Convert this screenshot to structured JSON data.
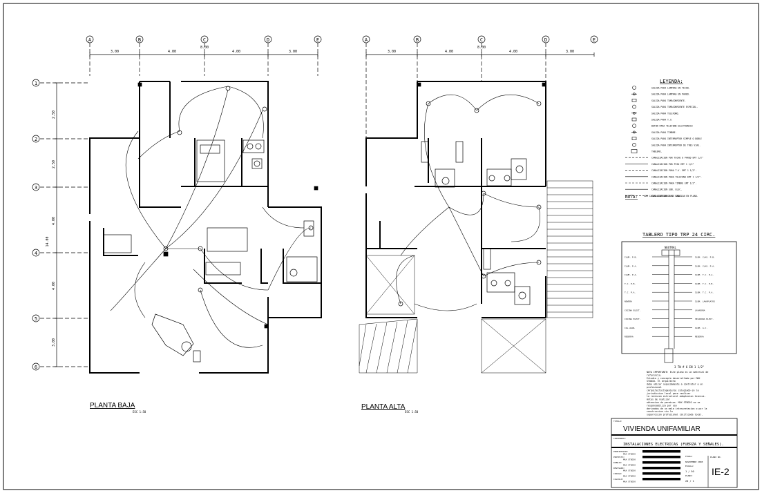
{
  "axes_top": [
    "A",
    "B",
    "C",
    "D",
    "E"
  ],
  "axes_left": [
    "1",
    "2",
    "3",
    "4",
    "5",
    "6"
  ],
  "dims_top": [
    "3.00",
    "4.00",
    "4.00",
    "3.00"
  ],
  "dims_total": "8.00",
  "dims_left": [
    "2.50",
    "2.50",
    "4.00",
    "4.00",
    "3.00"
  ],
  "dims_left_total": "14.00",
  "plan_low": {
    "title": "PLANTA BAJA",
    "scale": "ESC 1:50"
  },
  "plan_high": {
    "title": "PLANTA ALTA",
    "scale": "ESC 1:50"
  },
  "legend": {
    "title": "LEYENDA:",
    "items": [
      "SALIDA PARA LAMPARA EN TECHO.",
      "SALIDA PARA LAMPARA EN PARED.",
      "SALIDA PARA TOMACORRIENTE.",
      "SALIDA PARA TOMACORRIENTE ESPECIAL.",
      "SALIDA PARA TELEFONO.",
      "SALIDA PARA T.V.",
      "BOTON PARA TELEFONO ELECTRONICO",
      "SALIDA PARA TIMBRE.",
      "SALIDA PARA INTERRUPTOR SIMPLE O DOBLE",
      "SALIDA PARA INTERRUPTOR DE TRES VIAS.",
      "TABLERO.",
      "CANALIZACION POR TECHO O PARED EMT 1/2\"",
      "CANALIZACION POR PISO EMT 1 1/2\"",
      "CANALIZACION PARA T.V. EMT 1 1/2\".",
      "CANALIZACION PARA TELEFONO EMT 1 1/2\".",
      "CANALIZACION PARA TIMBRE EMT 1/2\".",
      "CANALIZACION SUB. ELEC.",
      "CANALIZACION SUB. BAJA."
    ],
    "note_label": "NOTA:",
    "note_text": "LOS CASOS CONTRARIOS SE INDICAN EN PLANO."
  },
  "panel": {
    "title": "TABLERO TIPO TRP 24 CIRC.",
    "neutral": "NEUTRAL",
    "left_labels": [
      "ILUM. P.B.",
      "ILUM. P.A.",
      "ILUM. P.A.",
      "T.C. P.B.",
      "T.C. P.A.",
      "NEVERA",
      "COCINA ELECT.",
      "COCINA ELECT.",
      "CAL.AGUA",
      "RESERVA"
    ],
    "right_labels": [
      "ILUM. CLAS. P.B.",
      "ILUM. CLAS. P.A.",
      "ILUM. T.C. P.A.",
      "ILUM. T.C. P.B.",
      "ILUM. T.C. P.A.",
      "ILUM. LAVAPLATOS",
      "LAVADORA",
      "SECADORA ELECT.",
      "ILUM. A.C.",
      "RESERVA"
    ],
    "feeder": "3 TW # 6 EN 1 1/2\""
  },
  "note": {
    "lines": [
      "NOTA IMPORTANTE: Este plano es un material de",
      "referencia.",
      "Estudio y concepto desarrollado por MAX",
      "STUDIO. El arquitecto",
      "debe ubicar seguidamente a contratar a un",
      "profesional",
      "(Arquitecto/Ingeniero) colegiado en la",
      "jurisdiccion local para realizar",
      "la revision estructural adaptacion tecnica.",
      "Antes de realizar",
      "obtencion de permisos. MAX STUDIO no se",
      "responsabiliza por uso",
      "derivados de un mala interpretacion o por la",
      "construccion sin la",
      "supervision profesional calificada local."
    ]
  },
  "title_block": {
    "title_label": "TITULO:",
    "project_title": "VIVIENDA UNIFAMILIAR",
    "content_label": "CONTENIDO:",
    "content": "INSTALACIONES ELECTRICAS (FUERZA Y SEÑALES).",
    "rows": [
      {
        "label": "PROPIETARIO:",
        "value": "MAX STUDIO"
      },
      {
        "label": "PROYECTO:",
        "value": "MAX STUDIO"
      },
      {
        "label": "DIBUJO:",
        "value": "MAX STUDIO"
      },
      {
        "label": "REVISADO:",
        "value": "MAX STUDIO"
      },
      {
        "label": "CODIGO:",
        "value": "MAX STUDIO"
      },
      {
        "label": "CALCULO:",
        "value": "MAX STUDIO"
      }
    ],
    "fecha_label": "FECHA:",
    "fecha": "NOVIEMBRE 2008",
    "escala_label": "ESCALA:",
    "escala": "1 / 50",
    "lamina_label": "PLANO:",
    "lamina": "20 / 1",
    "plano_no_label": "PLANO NO.",
    "sheet_code": "IE-2"
  }
}
